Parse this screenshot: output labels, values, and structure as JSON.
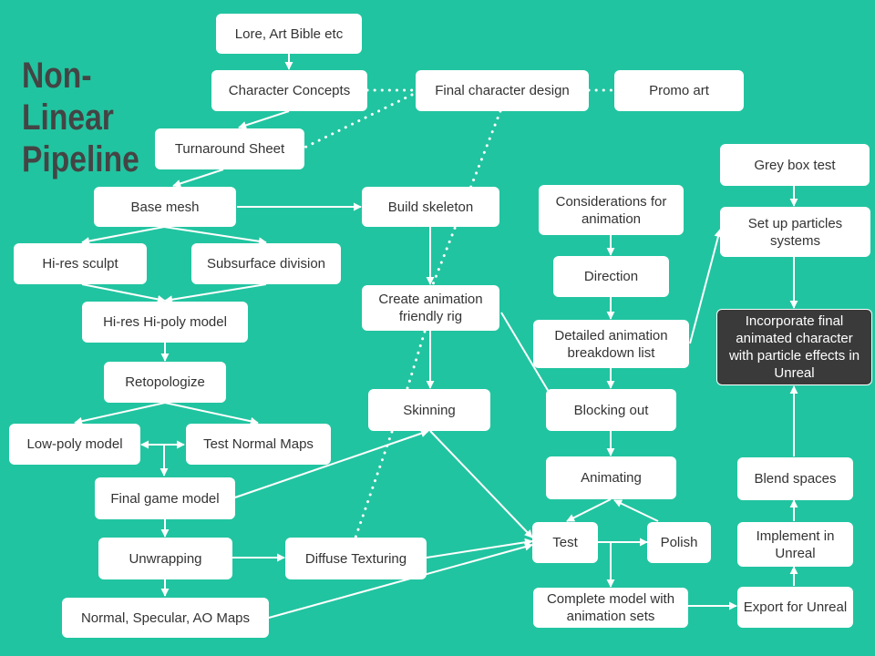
{
  "title": [
    "Non-Linear",
    "Pipeline"
  ],
  "colors": {
    "background": "#21c4a0",
    "node": "#ffffff",
    "node_text": "#333333",
    "dark_node": "#3a3a3a",
    "title": "#444444",
    "line": "#ffffff"
  },
  "nodes": {
    "lore": "Lore, Art Bible etc",
    "concepts": "Character Concepts",
    "final_design": "Final character design",
    "promo": "Promo art",
    "turnaround": "Turnaround Sheet",
    "base_mesh": "Base mesh",
    "build_skeleton": "Build skeleton",
    "hires_sculpt": "Hi-res sculpt",
    "subsurf": "Subsurface division",
    "hipoly": "Hi-res Hi-poly model",
    "create_rig": "Create animation friendly rig",
    "considerations": "Considerations for animation",
    "direction": "Direction",
    "breakdown": "Detailed animation breakdown list",
    "retopo": "Retopologize",
    "lowpoly": "Low-poly model",
    "test_normals": "Test Normal Maps",
    "skinning": "Skinning",
    "blocking": "Blocking out",
    "final_game": "Final game model",
    "animating": "Animating",
    "unwrapping": "Unwrapping",
    "diffuse": "Diffuse Texturing",
    "test": "Test",
    "polish": "Polish",
    "maps": "Normal, Specular, AO Maps",
    "complete": "Complete model with animation sets",
    "export": "Export for Unreal",
    "implement": "Implement in Unreal",
    "blend": "Blend spaces",
    "incorporate": "Incorporate final animated character with particle effects in Unreal",
    "particles": "Set up particles systems",
    "grey_box": "Grey box test"
  }
}
